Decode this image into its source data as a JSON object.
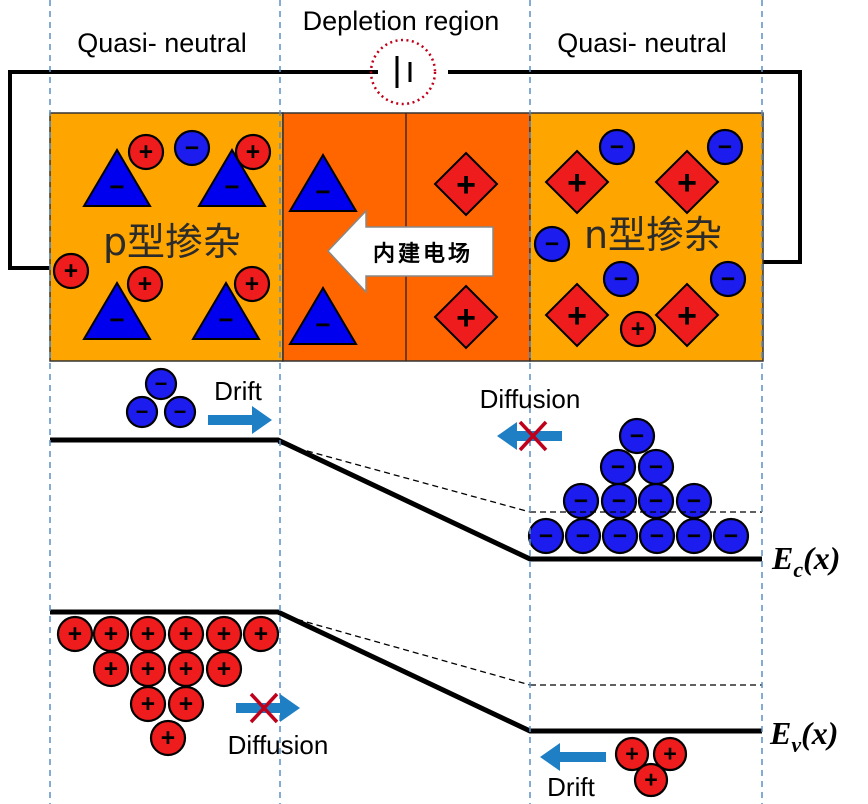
{
  "labels": {
    "quasi_left": "Quasi- neutral",
    "depletion": "Depletion region",
    "quasi_right": "Quasi- neutral",
    "p_doping": "p型掺杂",
    "n_doping": "n型掺杂",
    "builtin_field": "内建电场",
    "drift_top": "Drift",
    "diffusion_top": "Diffusion",
    "diffusion_bottom": "Diffusion",
    "drift_bottom": "Drift",
    "ec_main": "E",
    "ec_sub": "c",
    "ec_arg": "(x)",
    "ev_main": "E",
    "ev_sub": "v",
    "ev_arg": "(x)"
  },
  "symbols": {
    "plus": "+",
    "minus": "−"
  },
  "colors": {
    "p_region": "#ffa500",
    "depletion_region": "#ff6600",
    "n_region": "#ffa500",
    "acceptor_ion": "#0000ee",
    "donor_ion": "#ee1c1c",
    "electron": "#1c1cee",
    "hole": "#ee1c1c",
    "arrow": "#1f7fc4",
    "cross": "#c0001a",
    "battery_ring": "#c0001a",
    "divider": "#5a8fc7"
  }
}
